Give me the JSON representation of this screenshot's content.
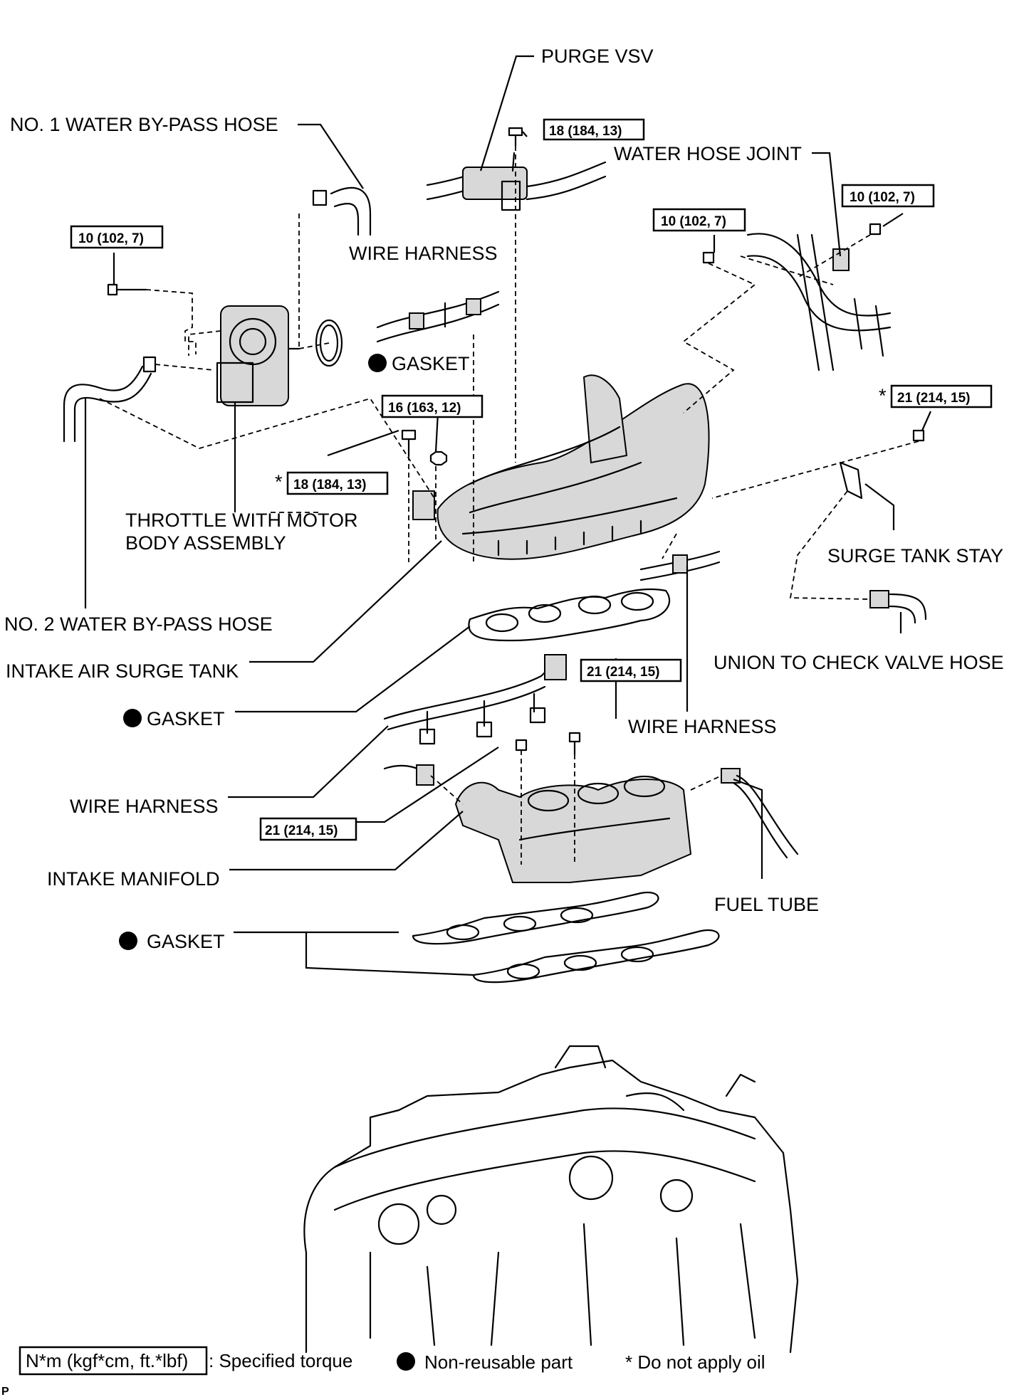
{
  "labels": {
    "purge_vsv": "PURGE VSV",
    "water_bypass_hose_1": "NO. 1 WATER BY-PASS HOSE",
    "water_hose_joint": "WATER HOSE JOINT",
    "wire_harness_top": "WIRE HARNESS",
    "gasket_throttle": "GASKET",
    "throttle_body_line1": "THROTTLE WITH MOTOR",
    "throttle_body_line2": "BODY ASSEMBLY",
    "surge_tank_stay": "SURGE TANK STAY",
    "water_bypass_hose_2": "NO. 2 WATER BY-PASS HOSE",
    "union_check_valve_hose": "UNION TO CHECK VALVE HOSE",
    "intake_air_surge_tank": "INTAKE AIR SURGE TANK",
    "gasket_surge": "GASKET",
    "wire_harness_right": "WIRE HARNESS",
    "wire_harness_left": "WIRE HARNESS",
    "intake_manifold": "INTAKE MANIFOLD",
    "fuel_tube": "FUEL TUBE",
    "gasket_manifold": "GASKET"
  },
  "torques": {
    "purge_vsv_bolt": "18 (184, 13)",
    "hose_joint_bolt_right": "10 (102, 7)",
    "hose_joint_bolt_left": "10 (102, 7)",
    "throttle_bolt": "10 (102, 7)",
    "surge_tank_stay_bolt": "21 (214, 15)",
    "surge_tank_nut": "16 (163, 12)",
    "surge_tank_bolt": "18 (184, 13)",
    "manifold_bolt": "21 (214, 15)",
    "manifold_nut": "21 (214, 15)"
  },
  "asterisk": "*",
  "legend": {
    "torque_box": "N*m (kgf*cm, ft.*lbf)",
    "torque_text": ": Specified torque",
    "nonreusable": "Non-reusable part",
    "no_oil": "* Do not apply oil"
  },
  "corner_mark": "P"
}
